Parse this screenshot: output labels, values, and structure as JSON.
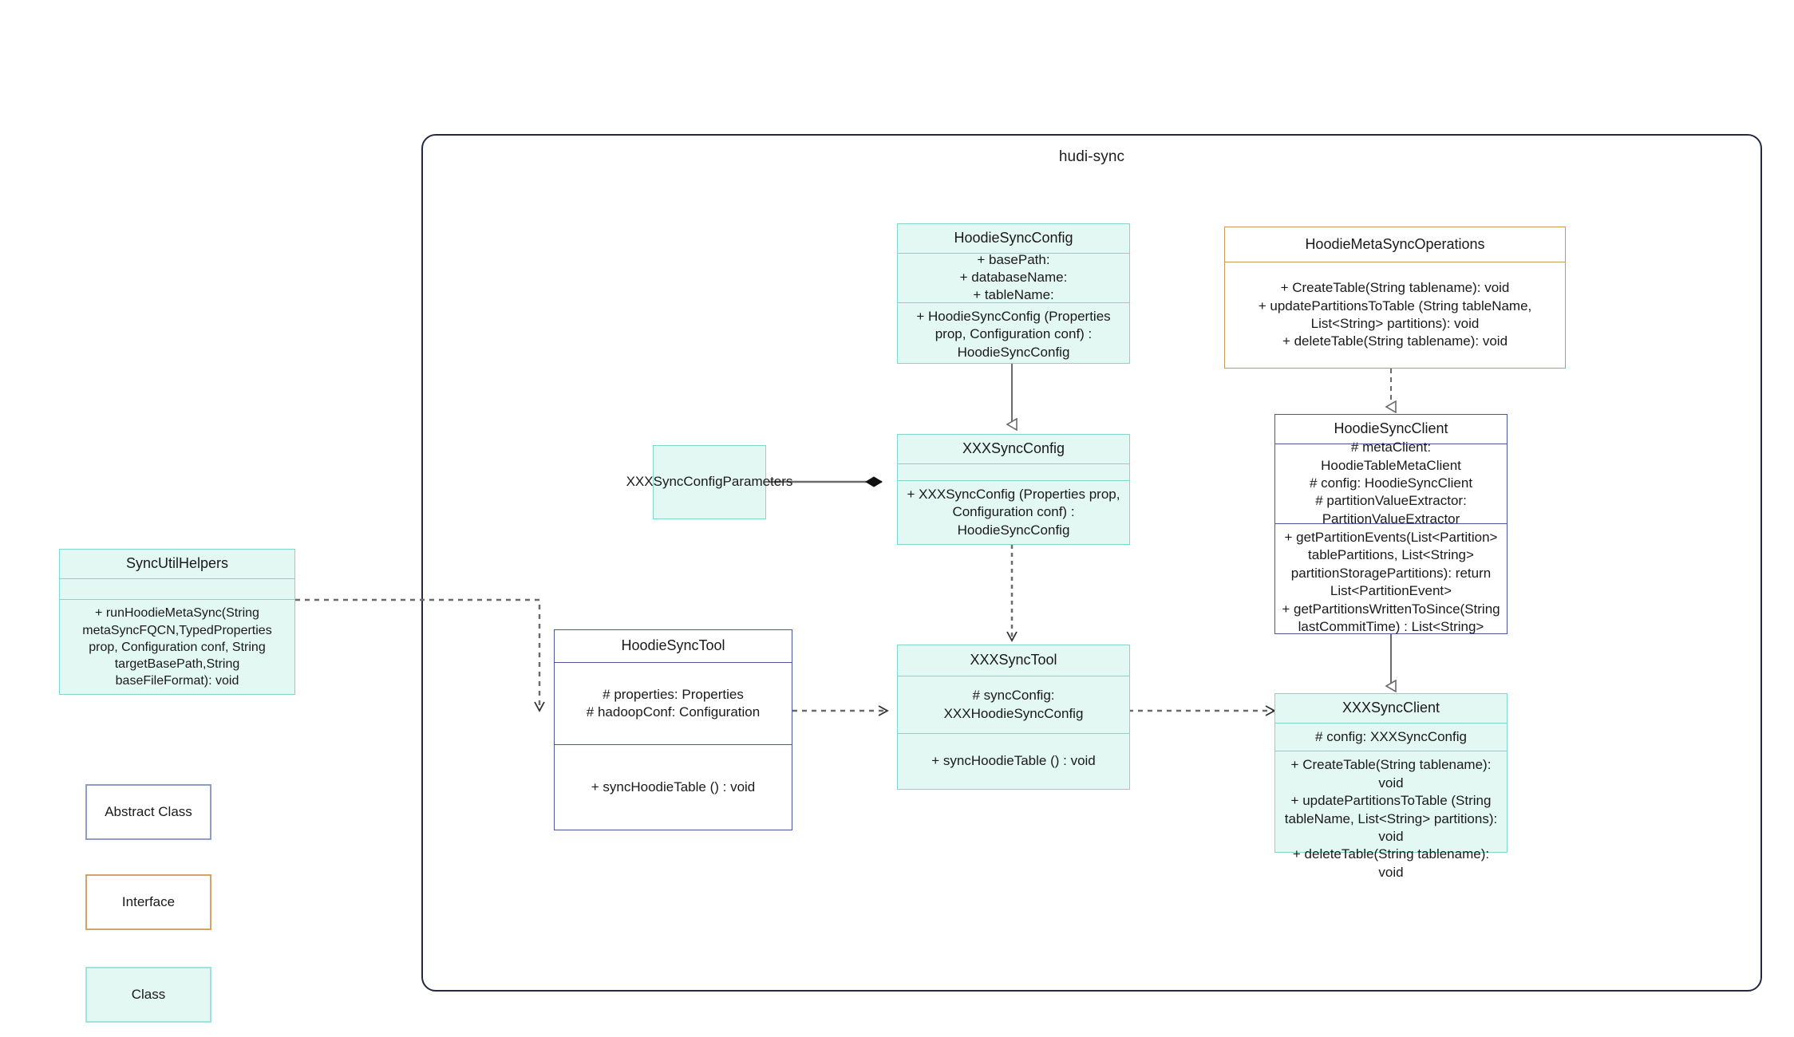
{
  "package": {
    "title": "hudi-sync"
  },
  "classes": {
    "hoodieSyncConfig": {
      "name": "HoodieSyncConfig",
      "attributes": "+    basePath:\n+   databaseName:\n+    tableName:",
      "methods": "+   HoodieSyncConfig (Properties prop, Configuration conf) : HoodieSyncConfig",
      "stereotype": "class"
    },
    "hoodieMetaSyncOperations": {
      "name": "HoodieMetaSyncOperations",
      "methods": "+   CreateTable(String tablename): void\n+   updatePartitionsToTable (String tableName, List<String> partitions): void\n+   deleteTable(String tablename): void",
      "stereotype": "interface"
    },
    "xxxSyncConfigParameters": {
      "name": "XXXSyncConfigParameters",
      "stereotype": "class"
    },
    "xxxSyncConfig": {
      "name": "XXXSyncConfig",
      "attributes": "",
      "methods": "+   XXXSyncConfig (Properties prop, Configuration conf) : HoodieSyncConfig",
      "stereotype": "class"
    },
    "hoodieSyncClient": {
      "name": "HoodieSyncClient",
      "attributes": "#   metaClient: HoodieTableMetaClient\n#   config: HoodieSyncClient\n#    partitionValueExtractor: PartitionValueExtractor",
      "methods": "+   getPartitionEvents(List<Partition> tablePartitions, List<String> partitionStoragePartitions): return List<PartitionEvent>\n+   getPartitionsWrittenToSince(String lastCommitTime) : List<String>",
      "stereotype": "abstract"
    },
    "syncUtilHelpers": {
      "name": "SyncUtilHelpers",
      "attributes": "",
      "methods": "+      runHoodieMetaSync(String metaSyncFQCN,TypedProperties prop, Configuration conf, String targetBasePath,String baseFileFormat): void",
      "stereotype": "class"
    },
    "hoodieSyncTool": {
      "name": "HoodieSyncTool",
      "attributes": "#   properties: Properties\n#   hadoopConf: Configuration",
      "methods": "+   syncHoodieTable () : void",
      "stereotype": "abstract"
    },
    "xxxSyncTool": {
      "name": "XXXSyncTool",
      "attributes": "#  syncConfig: XXXHoodieSyncConfig",
      "methods": "+   syncHoodieTable () : void",
      "stereotype": "class"
    },
    "xxxSyncClient": {
      "name": "XXXSyncClient",
      "attributes": "#   config: XXXSyncConfig",
      "methods": "+   CreateTable(String tablename): void\n+   updatePartitionsToTable (String tableName, List<String> partitions): void\n+   deleteTable(String tablename): void",
      "stereotype": "class"
    }
  },
  "legend": {
    "abstract": "Abstract Class",
    "interface": "Interface",
    "class": "Class"
  },
  "colors": {
    "class_fill": "#e3f7f3",
    "class_border": "#7fd8cd",
    "abstract_border": "#4a5899",
    "interface_border": "#c79a5c",
    "package_border": "#24293f",
    "connector": "#6b6b6b"
  }
}
